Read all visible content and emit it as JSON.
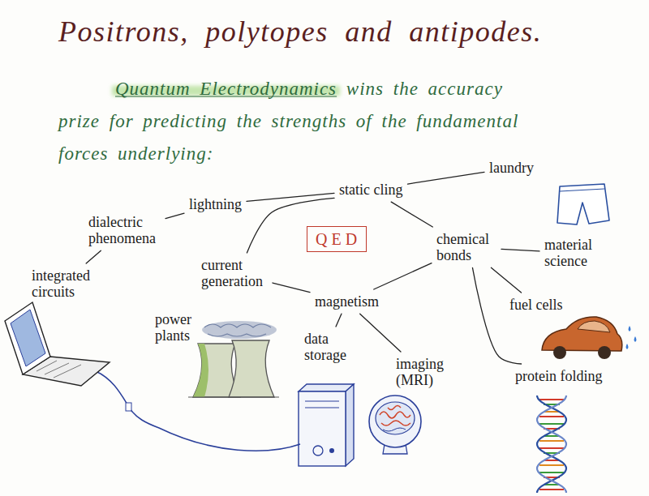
{
  "diagram": {
    "title": "Positrons, polytopes and antipodes.",
    "nodes": [
      {
        "text": [
          "laundry"
        ]
      },
      {
        "text": [
          "static cling"
        ]
      },
      {
        "text": [
          "lightning"
        ]
      },
      {
        "text": [
          "dialectric phenomena"
        ]
      },
      {
        "text": [
          "QED"
        ]
      },
      {
        "text": [
          "chemical bonds"
        ]
      },
      {
        "text": [
          "material science"
        ]
      },
      {
        "text": [
          "integrated circuits"
        ]
      },
      {
        "text": [
          "current generation"
        ]
      },
      {
        "text": [
          "magnetism"
        ]
      },
      {
        "text": [
          "fuel cells"
        ]
      },
      {
        "text": [
          "power plants"
        ]
      },
      {
        "text": [
          "data storage"
        ]
      },
      {
        "text": [
          "imaging (MRI)"
        ]
      },
      {
        "text": [
          "protein folding"
        ]
      }
    ],
    "edges": [
      {
        "from": 1,
        "to": 0,
        "arrow": "none"
      },
      {
        "from": 2,
        "to": 1,
        "arrow": "none"
      },
      {
        "from": 2,
        "to": 3,
        "arrow": "none"
      },
      {
        "from": 3,
        "to": 7,
        "arrow": "none"
      },
      {
        "from": 1,
        "to": 8,
        "arrow": "none"
      },
      {
        "from": 1,
        "to": 5,
        "arrow": "none"
      },
      {
        "from": 8,
        "to": 9,
        "arrow": "none"
      },
      {
        "from": 9,
        "to": 5,
        "arrow": "none"
      },
      {
        "from": 9,
        "to": 12,
        "arrow": "none"
      },
      {
        "from": 9,
        "to": 13,
        "arrow": "none"
      },
      {
        "from": 5,
        "to": 6,
        "arrow": "none"
      },
      {
        "from": 5,
        "to": 10,
        "arrow": "none"
      },
      {
        "from": 5,
        "to": 14,
        "arrow": "none"
      }
    ],
    "labels": [
      "Quantum Electrodynamics wins the accuracy prize for predicting the strengths of the fundamental forces underlying:"
    ]
  }
}
